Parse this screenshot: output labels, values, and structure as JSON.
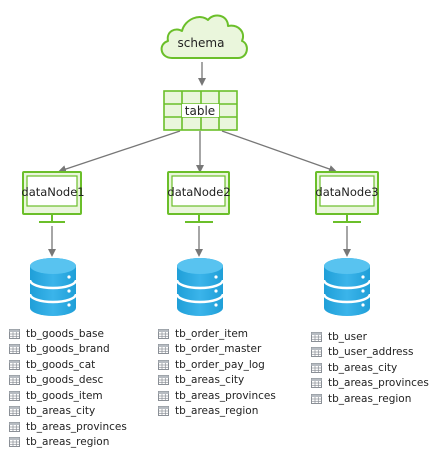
{
  "colors": {
    "green_stroke": "#6bbf2a",
    "green_fill": "#eaf6dc",
    "blue_db": "#2aa8e0",
    "arrow": "#777777",
    "table_icon": "#8a8f96"
  },
  "schema": {
    "label": "schema",
    "icon": "cloud-icon"
  },
  "table": {
    "label": "table",
    "icon": "grid-table-icon"
  },
  "nodes": [
    {
      "label": "dataNode1",
      "icon": "monitor-icon",
      "db_icon": "database-icon",
      "tables": [
        "tb_goods_base",
        "tb_goods_brand",
        "tb_goods_cat",
        "tb_goods_desc",
        "tb_goods_item",
        "tb_areas_city",
        "tb_areas_provinces",
        "tb_areas_region"
      ]
    },
    {
      "label": "dataNode2",
      "icon": "monitor-icon",
      "db_icon": "database-icon",
      "tables": [
        "tb_order_item",
        "tb_order_master",
        "tb_order_pay_log",
        "tb_areas_city",
        "tb_areas_provinces",
        "tb_areas_region"
      ]
    },
    {
      "label": "dataNode3",
      "icon": "monitor-icon",
      "db_icon": "database-icon",
      "tables": [
        "tb_user",
        "tb_user_address",
        "tb_areas_city",
        "tb_areas_provinces",
        "tb_areas_region"
      ]
    }
  ]
}
